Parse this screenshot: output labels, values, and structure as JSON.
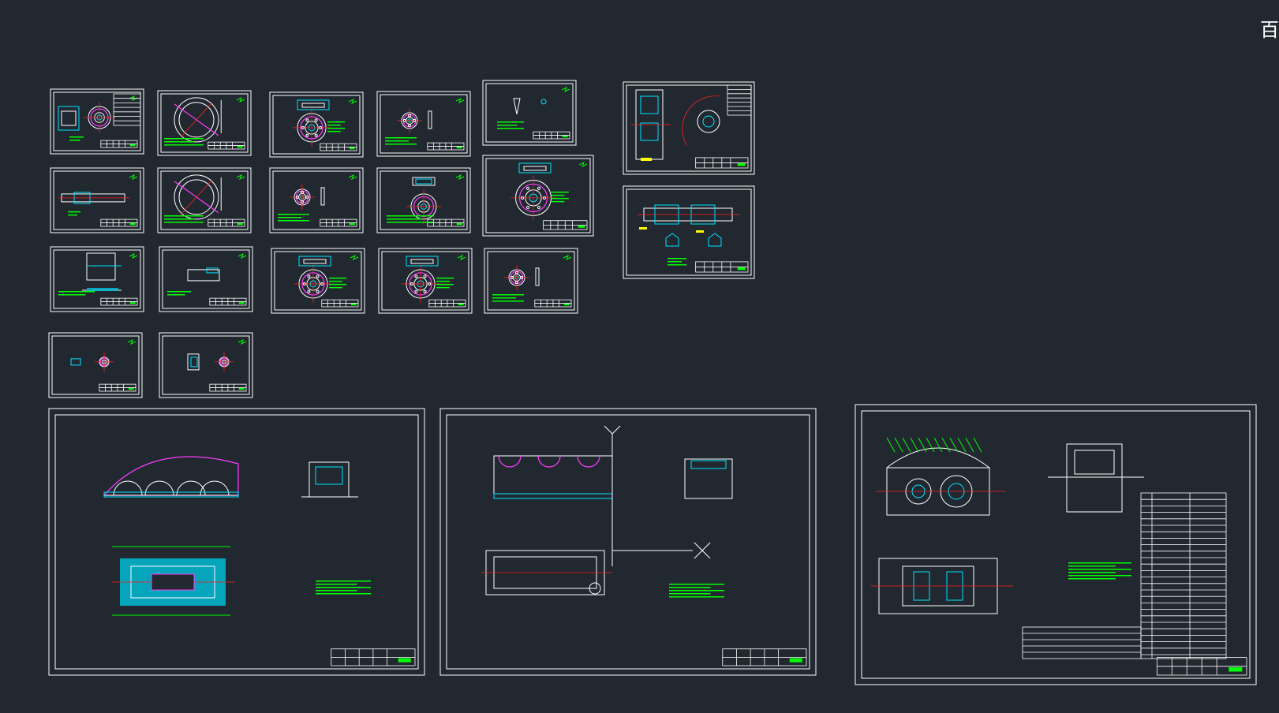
{
  "view": {
    "background": "#212830",
    "colors": {
      "border": "#ffffff",
      "dimension": "#00ff00",
      "hatch": "#00e5ff",
      "gear": "#ff3cff",
      "center": "#ff2020",
      "note": "#ffff00"
    }
  },
  "corner_glyph": "百",
  "sheets": [
    {
      "id": "part-1"
    },
    {
      "id": "part-2"
    },
    {
      "id": "part-3"
    },
    {
      "id": "part-4"
    },
    {
      "id": "part-5"
    },
    {
      "id": "part-6"
    },
    {
      "id": "part-7"
    },
    {
      "id": "part-8"
    },
    {
      "id": "part-9"
    },
    {
      "id": "part-10"
    },
    {
      "id": "part-11"
    },
    {
      "id": "part-12"
    },
    {
      "id": "part-13"
    },
    {
      "id": "part-14"
    },
    {
      "id": "part-15"
    },
    {
      "id": "part-16"
    },
    {
      "id": "part-17"
    },
    {
      "id": "part-18"
    },
    {
      "id": "part-19"
    },
    {
      "id": "housing-cover"
    },
    {
      "id": "housing-base"
    },
    {
      "id": "assembly"
    }
  ]
}
